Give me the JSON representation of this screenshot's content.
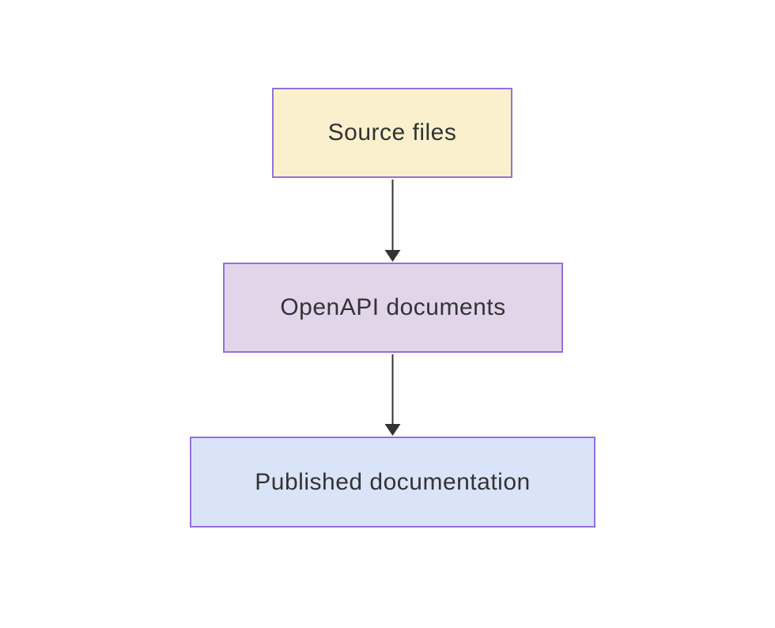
{
  "diagram": {
    "type": "flowchart",
    "direction": "top-down",
    "background_color": "#ffffff",
    "node_border_color": "#9370db",
    "node_text_color": "#333333",
    "edge_color": "#333333",
    "nodes": [
      {
        "id": "source-files",
        "label": "Source files",
        "fill": "#faf0ce",
        "border": "#9370db",
        "text_color": "#333333"
      },
      {
        "id": "openapi-documents",
        "label": "OpenAPI documents",
        "fill": "#e2d5ea",
        "border": "#9370db",
        "text_color": "#333333"
      },
      {
        "id": "published-documentation",
        "label": "Published documentation",
        "fill": "#dae4f8",
        "border": "#9370db",
        "text_color": "#333333"
      }
    ],
    "edges": [
      {
        "from": "source-files",
        "to": "openapi-documents",
        "color": "#333333",
        "style": "solid-arrow"
      },
      {
        "from": "openapi-documents",
        "to": "published-documentation",
        "color": "#333333",
        "style": "solid-arrow"
      }
    ]
  }
}
